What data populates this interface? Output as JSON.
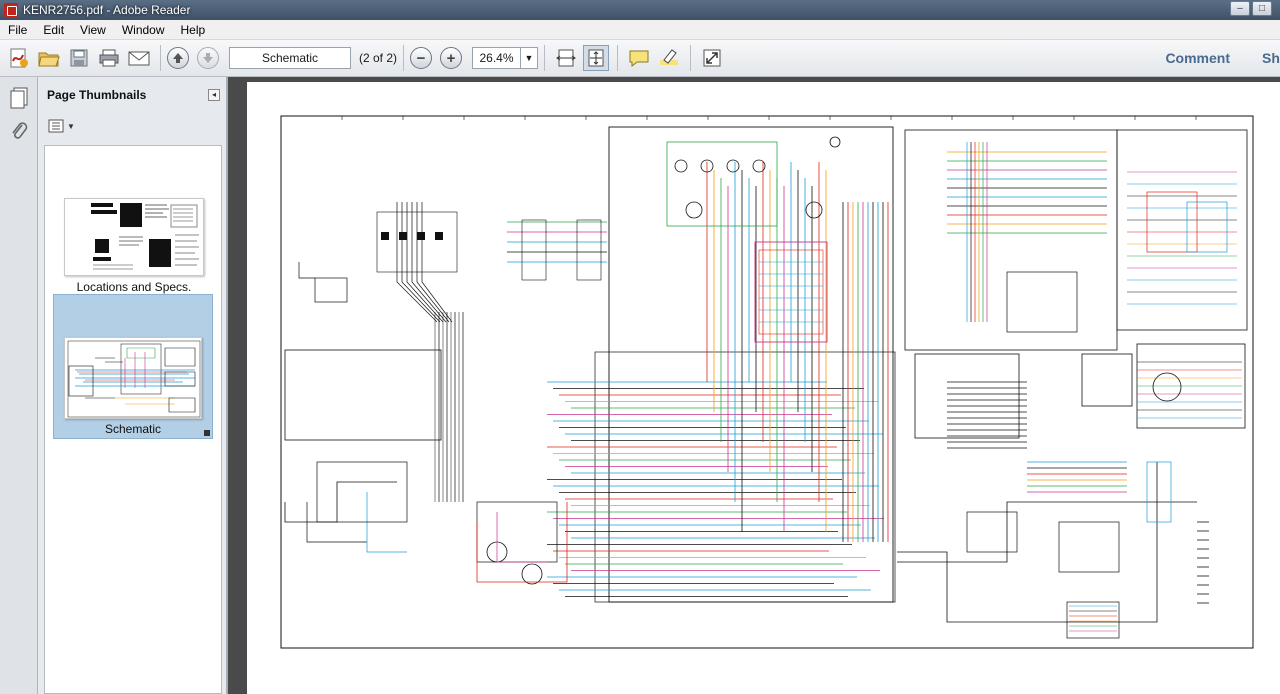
{
  "window": {
    "title": "KENR2756.pdf - Adobe Reader"
  },
  "menu": [
    "File",
    "Edit",
    "View",
    "Window",
    "Help"
  ],
  "toolbar": {
    "bookmark_field": "Schematic",
    "page_count": "(2 of 2)",
    "zoom": "26.4%",
    "comment_label": "Comment",
    "share_label": "Sh"
  },
  "nav_panel": {
    "title": "Page Thumbnails",
    "thumbnails": [
      {
        "label": "Locations and Specs.",
        "selected": false
      },
      {
        "label": "Schematic",
        "selected": true
      }
    ]
  },
  "icons": {
    "app": "pdf-file-icon",
    "toolbar": [
      "create-pdf-icon",
      "open-icon",
      "save-icon",
      "print-icon",
      "email-icon",
      "prev-page-icon",
      "next-page-icon",
      "zoom-out-icon",
      "zoom-in-icon",
      "fit-page-icon",
      "fit-width-icon",
      "sticky-note-icon",
      "highlight-icon",
      "fullscreen-icon"
    ],
    "rail": [
      "page-thumbnails-icon",
      "attachments-icon"
    ]
  },
  "colors": {
    "selection": "#b3cfe6",
    "wire_blue": "#1e9bd7",
    "wire_red": "#e2231a",
    "wire_green": "#2aa84a",
    "wire_orange": "#f39c12",
    "wire_magenta": "#c8348c",
    "wire_black": "#111111"
  }
}
